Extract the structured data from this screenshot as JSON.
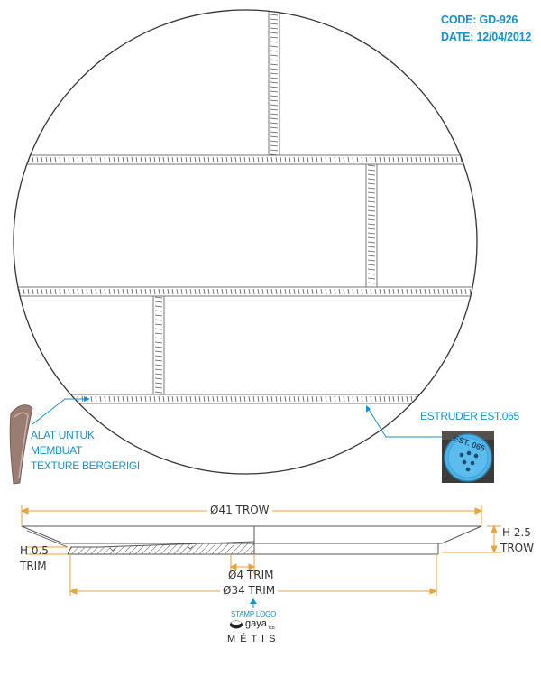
{
  "header": {
    "code": "CODE: GD-926",
    "date": "DATE: 12/04/2012"
  },
  "annotations": {
    "tool_line1": "ALAT UNTUK",
    "tool_line2": "MEMBUAT",
    "tool_line3": "TEXTURE BERGERIGI",
    "extruder": "ESTRUDER EST.065",
    "extruder_disc_text": "EST. 065"
  },
  "dimensions": {
    "outer_diameter": "Ø41 TROW",
    "height_label": "H 2.5",
    "height_unit": "TROW",
    "base_height": "H 0.5",
    "base_unit": "TRIM",
    "foot_ring": "Ø4 TRIM",
    "base_diameter": "Ø34 TRIM"
  },
  "stamp": {
    "label": "STAMP LOGO",
    "brand": "gaya",
    "brand_suffix": "fcb",
    "maker": "M É T I S"
  },
  "colors": {
    "accent": "#1a8fc9",
    "dim_line": "#e8a33a",
    "drawing": "#555555",
    "extruder_disc": "#4fb3e6"
  }
}
